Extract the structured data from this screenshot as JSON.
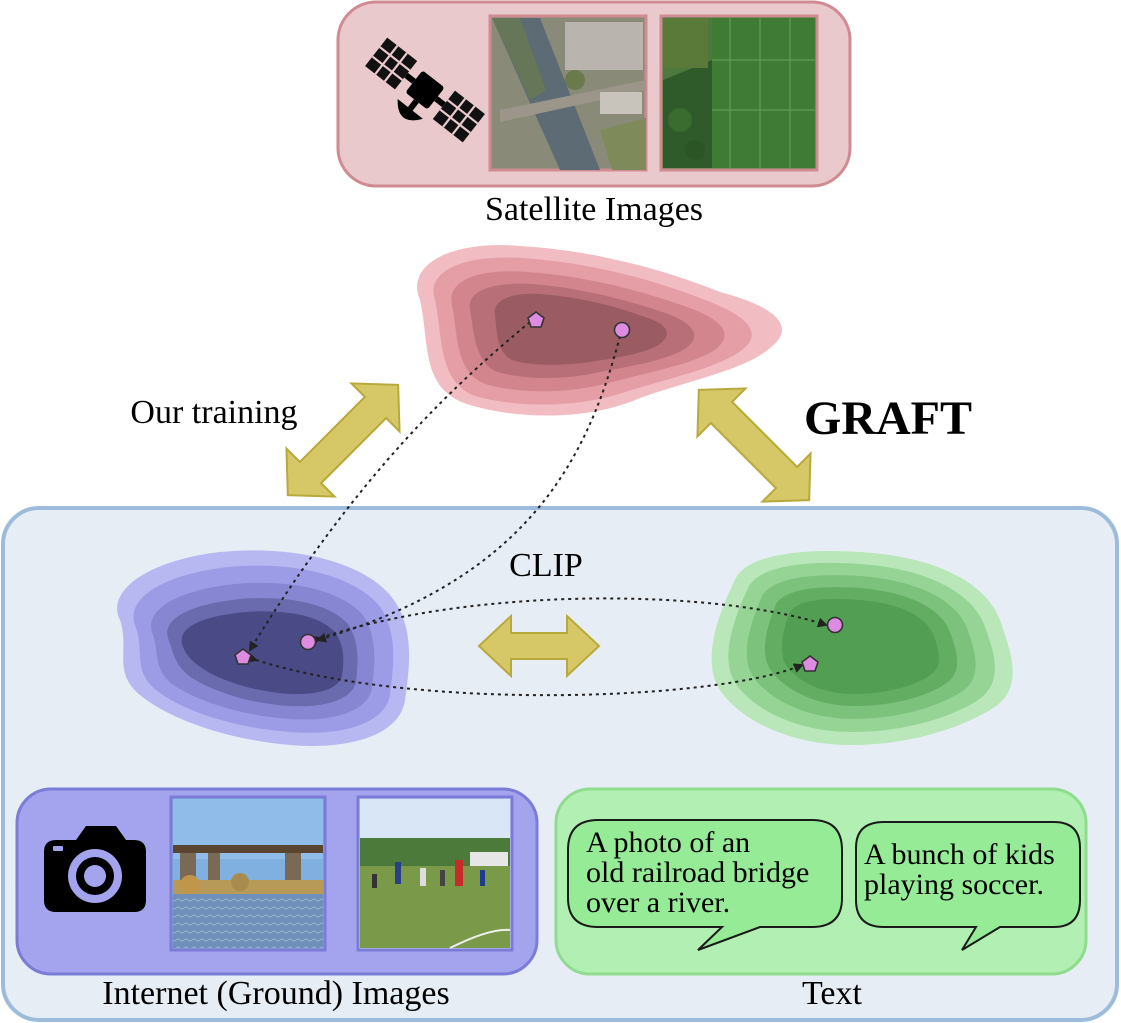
{
  "labels": {
    "satellite": "Satellite Images",
    "our_training": "Our training",
    "graft": "GRAFT",
    "clip": "CLIP",
    "ground": "Internet (Ground) Images",
    "text": "Text"
  },
  "bubbles": {
    "left": [
      "A photo of an",
      "old railroad bridge",
      "over a river."
    ],
    "right": [
      "A bunch of kids",
      "playing soccer."
    ]
  },
  "icons": {
    "satellite": "satellite-icon",
    "camera": "camera-icon"
  },
  "colors": {
    "satellite_panel": "#eac9cd",
    "satellite_panel_border": "#d08a92",
    "clip_panel": "#e7edf5",
    "clip_panel_border": "#9dbcdc",
    "ground_panel": "#a4a4ee",
    "ground_panel_border": "#7b7bd8",
    "text_panel": "#b2efb2",
    "text_panel_border": "#8fdc8f",
    "arrow": "#d6c866",
    "arrow_border": "#b8a93c",
    "red_blob_dark": "#9a5c62",
    "blue_blob_dark": "#4a4a86",
    "green_blob_dark": "#529e52",
    "point_fill": "#dd8ce2"
  }
}
